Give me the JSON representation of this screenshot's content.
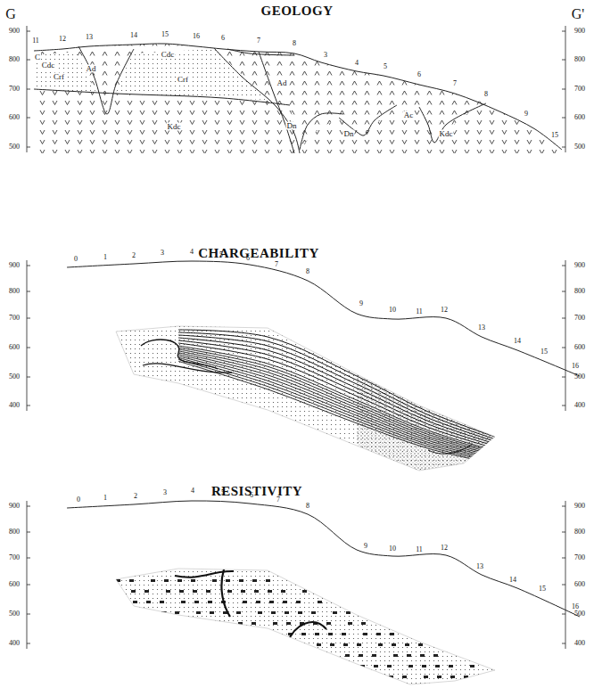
{
  "diagram": {
    "labels": [
      "GEOLOGY",
      "G",
      "G'",
      "900",
      "800",
      "700",
      "600",
      "500",
      "900",
      "800",
      "700",
      "600",
      "500",
      "11",
      "12",
      "13",
      "14",
      "15",
      "16",
      "6",
      "7",
      "8",
      "3",
      "4",
      "5",
      "6",
      "7",
      "8",
      "9",
      "15",
      "C",
      "Cdc",
      "Crf",
      "Ad",
      "Cdc",
      "Crf",
      "Ad",
      "Dn",
      "Dn",
      "Ac",
      "Kdc",
      "Kdc",
      "CHARGEABILITY",
      "900",
      "800",
      "700",
      "600",
      "500",
      "400",
      "900",
      "800",
      "700",
      "600",
      "500",
      "400",
      "0",
      "1",
      "2",
      "3",
      "4",
      "5",
      "6",
      "7",
      "8",
      "9",
      "10",
      "11",
      "12",
      "13",
      "14",
      "15",
      "16",
      "RESISTIVITY",
      "900",
      "800",
      "700",
      "600",
      "500",
      "400",
      "900",
      "800",
      "700",
      "600",
      "500",
      "400",
      "0",
      "1",
      "2",
      "3",
      "4",
      "5",
      "6",
      "7",
      "8",
      "9",
      "10",
      "11",
      "12",
      "13",
      "14",
      "15",
      "16"
    ]
  }
}
